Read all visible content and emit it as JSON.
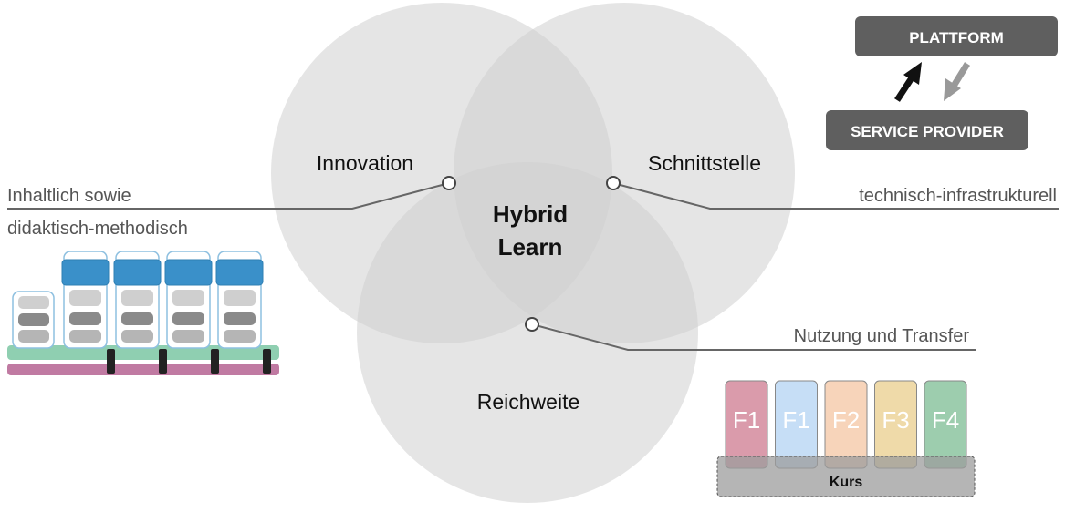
{
  "venn": {
    "circle_top_left": "Innovation",
    "circle_top_right": "Schnittstelle",
    "circle_bottom": "Reichweite",
    "center_line1": "Hybrid",
    "center_line2": "Learn"
  },
  "callouts": {
    "left_line1": "Inhaltlich sowie",
    "left_line2": "didaktisch-methodisch",
    "right": "technisch-infrastrukturell",
    "bottom_right": "Nutzung und Transfer"
  },
  "platform_box": {
    "top_label": "PLATTFORM",
    "bottom_label": "SERVICE PROVIDER"
  },
  "course_boxes": {
    "items": [
      {
        "label": "F1",
        "color": "#d48a9c"
      },
      {
        "label": "F1",
        "color": "#bcd8f4"
      },
      {
        "label": "F2",
        "color": "#f6cdae"
      },
      {
        "label": "F3",
        "color": "#ecd49a"
      },
      {
        "label": "F4",
        "color": "#8cc4a0"
      }
    ],
    "base_label": "Kurs"
  },
  "colors": {
    "circle_fill": "#cfcfcf",
    "box_dark": "#5f5f5f",
    "module_blue": "#3a90c9",
    "rail_green": "#8fcfb1",
    "rail_pink": "#c07aa2"
  }
}
